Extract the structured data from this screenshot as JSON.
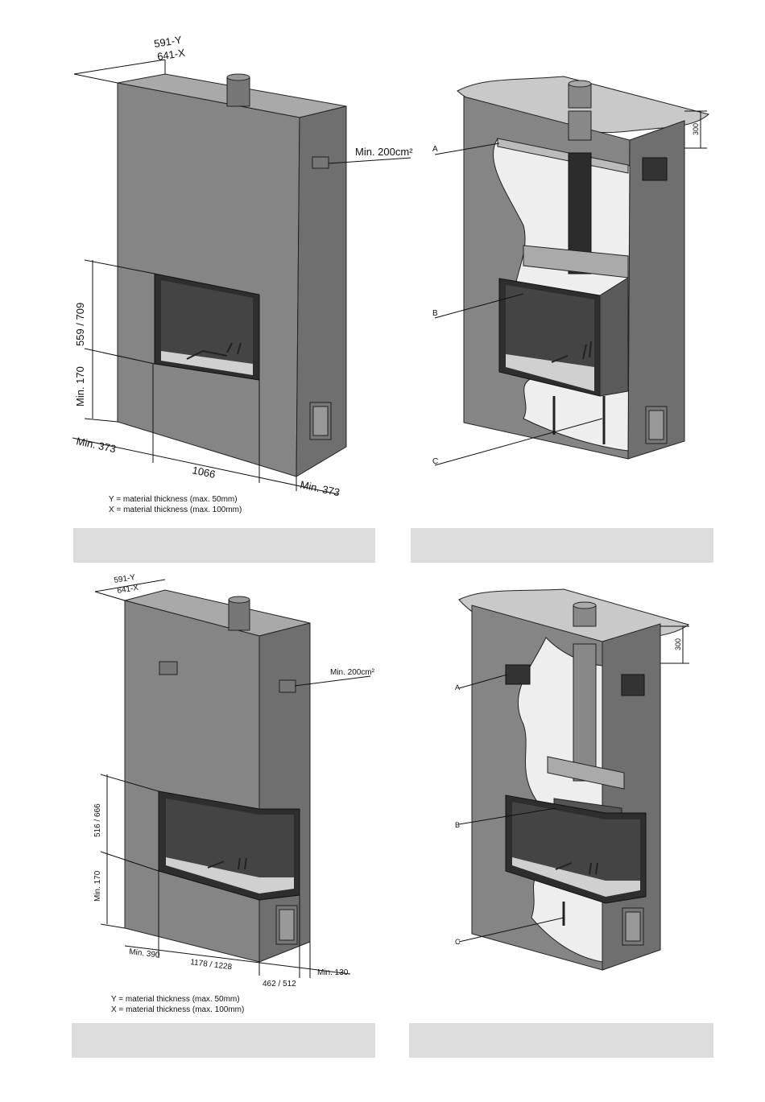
{
  "top_left": {
    "depth_y": "591-Y",
    "depth_x": "641-X",
    "vent": "Min. 200cm²",
    "opening_height": "559 / 709",
    "bottom_height": "Min. 170",
    "left_gap": "Min. 373",
    "width": "1066",
    "right_gap": "Min. 373",
    "note_y": "Y = material thickness (max. 50mm)",
    "note_x": "X = material thickness (max. 100mm)"
  },
  "top_right": {
    "label_a": "A",
    "label_b": "B",
    "label_c": "C",
    "ceiling_gap": "300"
  },
  "bottom_left": {
    "depth_y": "591-Y",
    "depth_x": "641-X",
    "vent": "Min. 200cm²",
    "opening_height": "516 / 666",
    "bottom_height": "Min. 170",
    "left_gap": "Min. 390",
    "width": "1178 / 1228",
    "side_width": "462 / 512",
    "right_gap": "Min. 130",
    "note_y": "Y = material thickness (max. 50mm)",
    "note_x": "X = material thickness (max. 100mm)"
  },
  "bottom_right": {
    "label_a": "A",
    "label_b": "B",
    "label_c": "C",
    "ceiling_gap": "300"
  },
  "colors": {
    "wall_front": "#858585",
    "wall_side": "#6f6f6f",
    "wall_top": "#a9a9a9",
    "ceiling": "#c9c9c9",
    "firebox": "#3a3a3a",
    "caption_bg": "#dcdcdc"
  }
}
